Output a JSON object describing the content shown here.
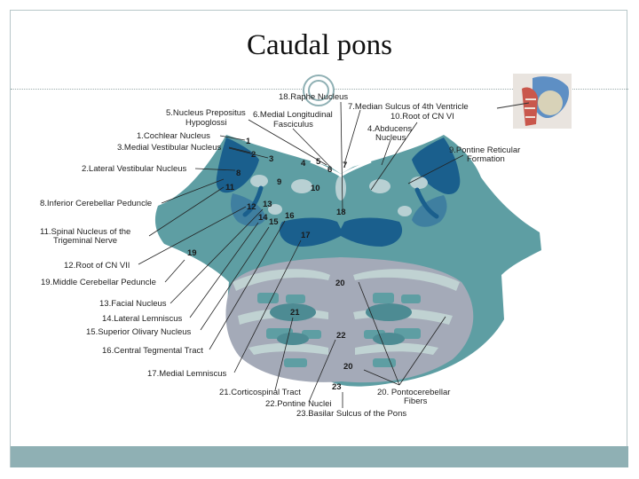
{
  "title": "Caudal pons",
  "labels": {
    "l1": "1.Cochlear Nucleus",
    "l2": "2.Lateral Vestibular Nucleus",
    "l3": "3.Medial Vestibular Nucleus",
    "l4a": "4.Abducens",
    "l4b": "Nucleus",
    "l5a": "5.Nucleus Prepositus",
    "l5b": "Hypoglossi",
    "l6a": "6.Medial Longitudinal",
    "l6b": "Fasciculus",
    "l7": "7.Median Sulcus of 4th Ventricle",
    "l8": "8.Inferior Cerebellar Peduncle",
    "l9a": "9.Pontine Reticular",
    "l9b": "Formation",
    "l10": "10.Root of CN VI",
    "l11a": "11.Spinal Nucleus of the",
    "l11b": "Trigeminal Nerve",
    "l12": "12.Root of CN VII",
    "l13": "13.Facial Nucleus",
    "l14": "14.Lateral Lemniscus",
    "l15": "15.Superior Olivary Nucleus",
    "l16": "16.Central Tegmental Tract",
    "l17": "17.Medial Lemniscus",
    "l18": "18.Raphe Nucleus",
    "l19": "19.Middle Cerebellar Peduncle",
    "l20a": "20. Pontocerebellar",
    "l20b": "Fibers",
    "l21": "21.Corticospinal Tract",
    "l22": "22.Pontine Nuclei",
    "l23": "23.Basilar Sulcus of the Pons"
  },
  "numbers": {
    "n1": "1",
    "n2": "2",
    "n3": "3",
    "n4": "4",
    "n5": "5",
    "n6": "6",
    "n7": "7",
    "n8": "8",
    "n9": "9",
    "n10": "10",
    "n11": "11",
    "n12": "12",
    "n13": "13",
    "n14": "14",
    "n15": "15",
    "n16": "16",
    "n17": "17",
    "n18": "18",
    "n19": "19",
    "n20a": "20",
    "n20b": "20",
    "n21": "21",
    "n22": "22",
    "n23": "23"
  },
  "colors": {
    "tegmentum": "#5e9ea3",
    "basilar": "#a4aab8",
    "dark_blue": "#1a5f8d",
    "pale": "#b8d0d3",
    "footer": "#8fb0b4"
  }
}
